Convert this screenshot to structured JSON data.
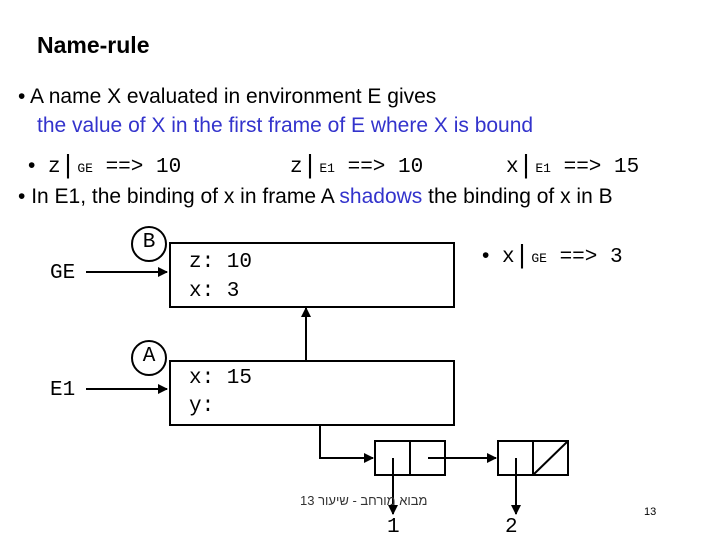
{
  "title": "Name-rule",
  "bullet1": {
    "bullet": "•",
    "line1": "A name X evaluated in environment E gives",
    "line2": "the value of X in the first frame of E where X is bound"
  },
  "expressions": [
    {
      "bullet": "•",
      "name": "z",
      "env": "GE",
      "arrow": "==>",
      "value": "10"
    },
    {
      "bullet": "",
      "name": "z",
      "env": "E1",
      "arrow": "==>",
      "value": "10"
    },
    {
      "bullet": "",
      "name": "x",
      "env": "E1",
      "arrow": "==>",
      "value": "15"
    }
  ],
  "bullet2": {
    "bullet": "•",
    "before": "In E1, the binding of x in frame A",
    "highlight": "shadows",
    "after": "the binding of x in B"
  },
  "diagram": {
    "frame_b": {
      "label": "B",
      "line1": "z: 10",
      "line2": "x: 3"
    },
    "frame_a": {
      "label": "A",
      "line1": "x: 15",
      "line2": "y:"
    },
    "env_ge": "GE",
    "env_e1": "E1",
    "expr_right": {
      "bullet": "•",
      "name": "x",
      "env": "GE",
      "arrow": "==>",
      "value": "3"
    },
    "list_values": [
      "1",
      "2"
    ]
  },
  "footer": "מבוא מורחב - שיעור 13",
  "page_number": "13",
  "colors": {
    "highlight": "#3333cc"
  }
}
